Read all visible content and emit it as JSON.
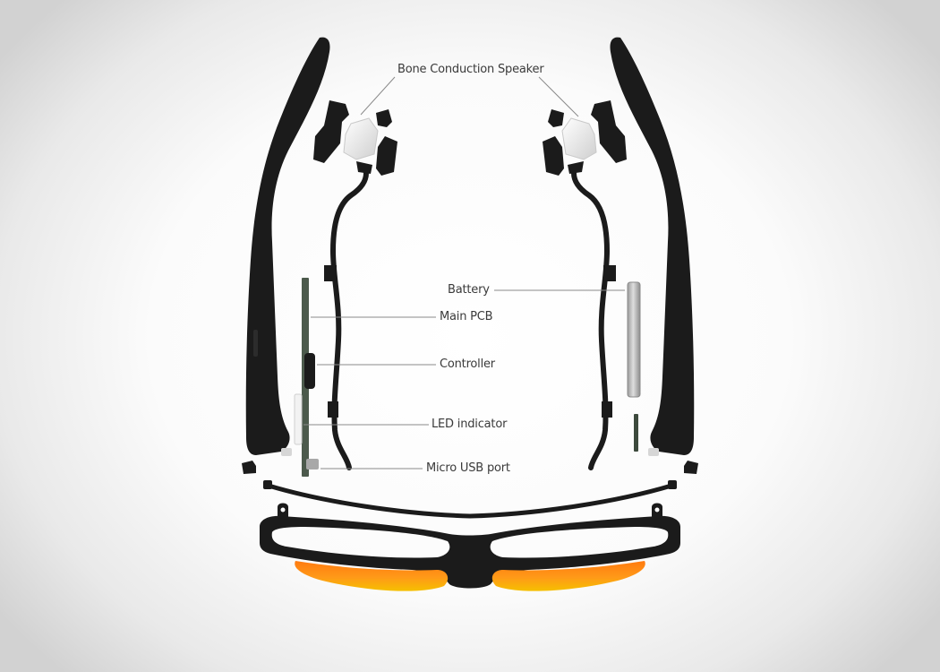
{
  "labels": {
    "bone_conduction_speaker": "Bone Conduction Speaker",
    "battery": "Battery",
    "main_pcb": "Main PCB",
    "controller": "Controller",
    "led_indicator": "LED indicator",
    "micro_usb_port": "Micro USB port"
  },
  "colors": {
    "frame": "#1b1b1b",
    "lens_top": "#ff8a14",
    "lens_bottom": "#f5c400",
    "speaker": "#e6e6e6",
    "battery": "#c4c4c4",
    "pcb": "#4c5a4c",
    "leader": "#8a8a8a"
  }
}
